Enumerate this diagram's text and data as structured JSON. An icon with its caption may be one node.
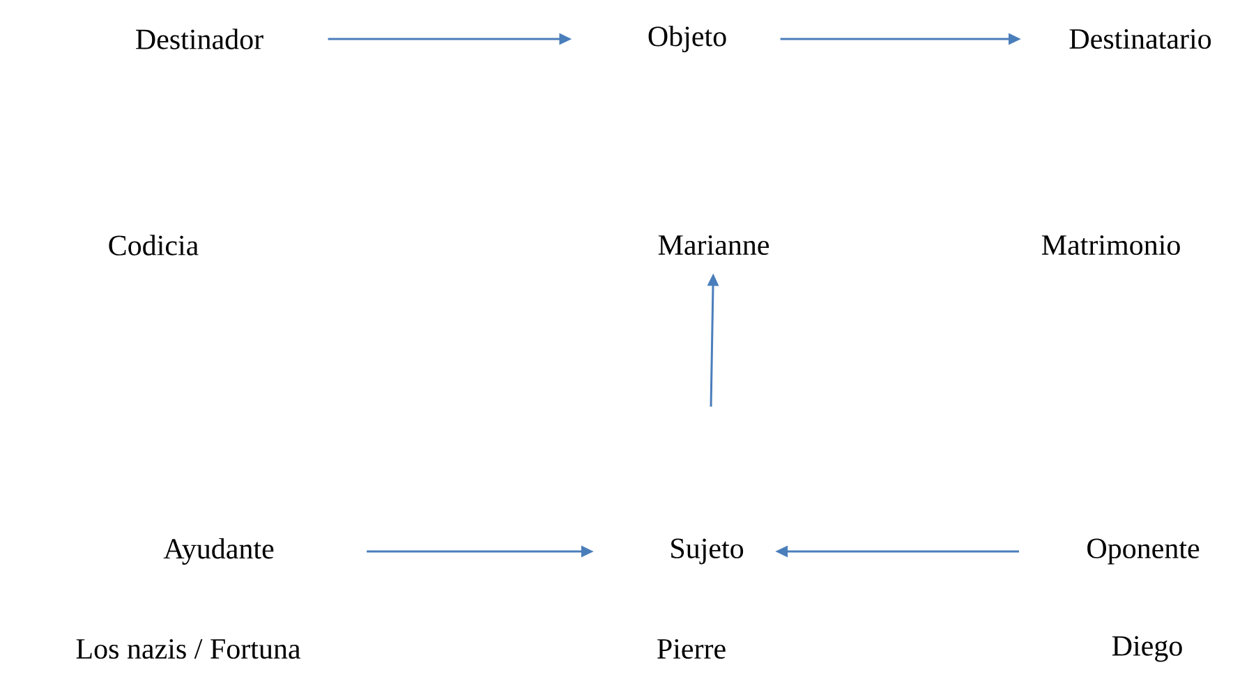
{
  "diagram": {
    "nodes": [
      {
        "text": [
          "Destinador"
        ]
      },
      {
        "text": [
          "Objeto"
        ]
      },
      {
        "text": [
          "Destinatario"
        ]
      },
      {
        "text": [
          "Marianne"
        ]
      },
      {
        "text": [
          "Ayudante"
        ]
      },
      {
        "text": [
          "Sujeto"
        ]
      },
      {
        "text": [
          "Oponente"
        ]
      }
    ],
    "edges": [
      {
        "from": 0,
        "to": 1,
        "arrow": "to"
      },
      {
        "from": 1,
        "to": 2,
        "arrow": "to"
      },
      {
        "from": null,
        "to": 3,
        "arrow": "to"
      },
      {
        "from": 4,
        "to": 5,
        "arrow": "to"
      },
      {
        "from": 6,
        "to": 5,
        "arrow": "to"
      }
    ],
    "labels": [
      "Codicia",
      "Matrimonio",
      "Los nazis / Fortuna",
      "Pierre",
      "Diego"
    ]
  }
}
